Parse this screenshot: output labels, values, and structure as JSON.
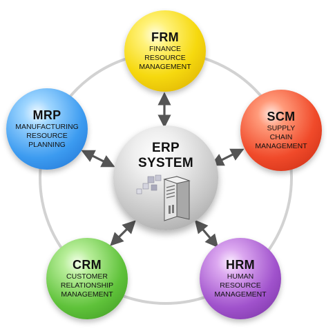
{
  "center": {
    "title_line1": "ERP",
    "title_line2": "SYSTEM",
    "icon": "server-icon"
  },
  "modules": {
    "frm": {
      "abbr": "FRM",
      "line1": "FINANCE",
      "line2": "RESOURCE",
      "line3": "MANAGEMENT",
      "color": "#f6d90f"
    },
    "scm": {
      "abbr": "SCM",
      "line1": "SUPPLY",
      "line2": "CHAIN",
      "line3": "MANAGEMENT",
      "color": "#f04a2a"
    },
    "mrp": {
      "abbr": "MRP",
      "line1": "MANUFACTURING",
      "line2": "RESOURCE",
      "line3": "PLANNING",
      "color": "#3c9bf0"
    },
    "crm": {
      "abbr": "CRM",
      "line1": "CUSTOMER",
      "line2": "RELATIONSHIP",
      "line3": "MANAGEMENT",
      "color": "#5fc23a"
    },
    "hrm": {
      "abbr": "HRM",
      "line1": "HUMAN",
      "line2": "RESOURCE",
      "line3": "MANAGEMENT",
      "color": "#a052cc"
    }
  },
  "connector_icon": "double-arrow-icon"
}
